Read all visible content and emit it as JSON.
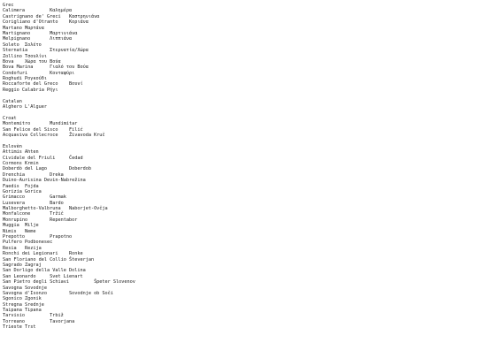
{
  "lines": [
    "Grec",
    "Calimera         Καλημέρα",
    "Castrignano de' Greci   Καστρηνιάνα",
    "Corigliano d'Otranto    Κοριάνα",
    "Martano Μαρτάνα",
    "Martignano       Μαρτινιάνα",
    "Melpignano       Λιππιάνα",
    "Soleto  Σολέτο",
    "Sternatia        Στερνατία/Χώρα",
    "Zollino Τσουλίνι",
    "Bova    Χώρα του Βούα",
    "Bova Marina      Γιαλό του Βούα",
    "Condofuri        Κονταφύρι",
    "Roghudi Ρογκούδι",
    "Roccaforte del Greco    Βουνί",
    "Reggio Calabria Ρήγι",
    "",
    "Catalan",
    "Alghero L'Alguer",
    "",
    "Croat",
    "Montemitro       Mundimitar",
    "San Felice del Sisco    Filić",
    "Acquaviva Collecroce    Živavoda Kruč",
    "",
    "Eslovèn",
    "Attimis Ahten",
    "Cividale del Friuli     Čedad",
    "Cormons Krmin",
    "Doberdò del Lago        Doberdob",
    "Drenchia         Dreka",
    "Duino-Aurisina Devin-Nabrežina",
    "Faedis  Fojda",
    "Gorizia Gorica",
    "Grimacco         Garmak",
    "Lusevera         Bardo",
    "Malborghetto-Valbruna   Naborjet-Ovčja",
    "Monfalcone       Tržič",
    "Monrupino        Repentabor",
    "Muggia  Milje",
    "Nimis   Neme",
    "Prepotto         Prapotno",
    "Pulfero Podbonesec",
    "Resia   Rezija",
    "Ronchi dei Legionari    Ronke",
    "San Floriano del Collio Števerjan",
    "Sagrado Zagraj",
    "San Dorligo della Valle Dolina",
    "San Leonardo     Svet Lienart",
    "San Pietro degli Schiavi         Špeter Slovenov",
    "Savogna Sovodnje",
    "Savogna d'Isonzo        Sovodnje ob Soči",
    "Sgonico Zgonik",
    "Stregna Srednje",
    "Taipana Tipana",
    "Tarvisio         Trbiž",
    "Torreano         Tavorjana",
    "Trieste Trst"
  ]
}
